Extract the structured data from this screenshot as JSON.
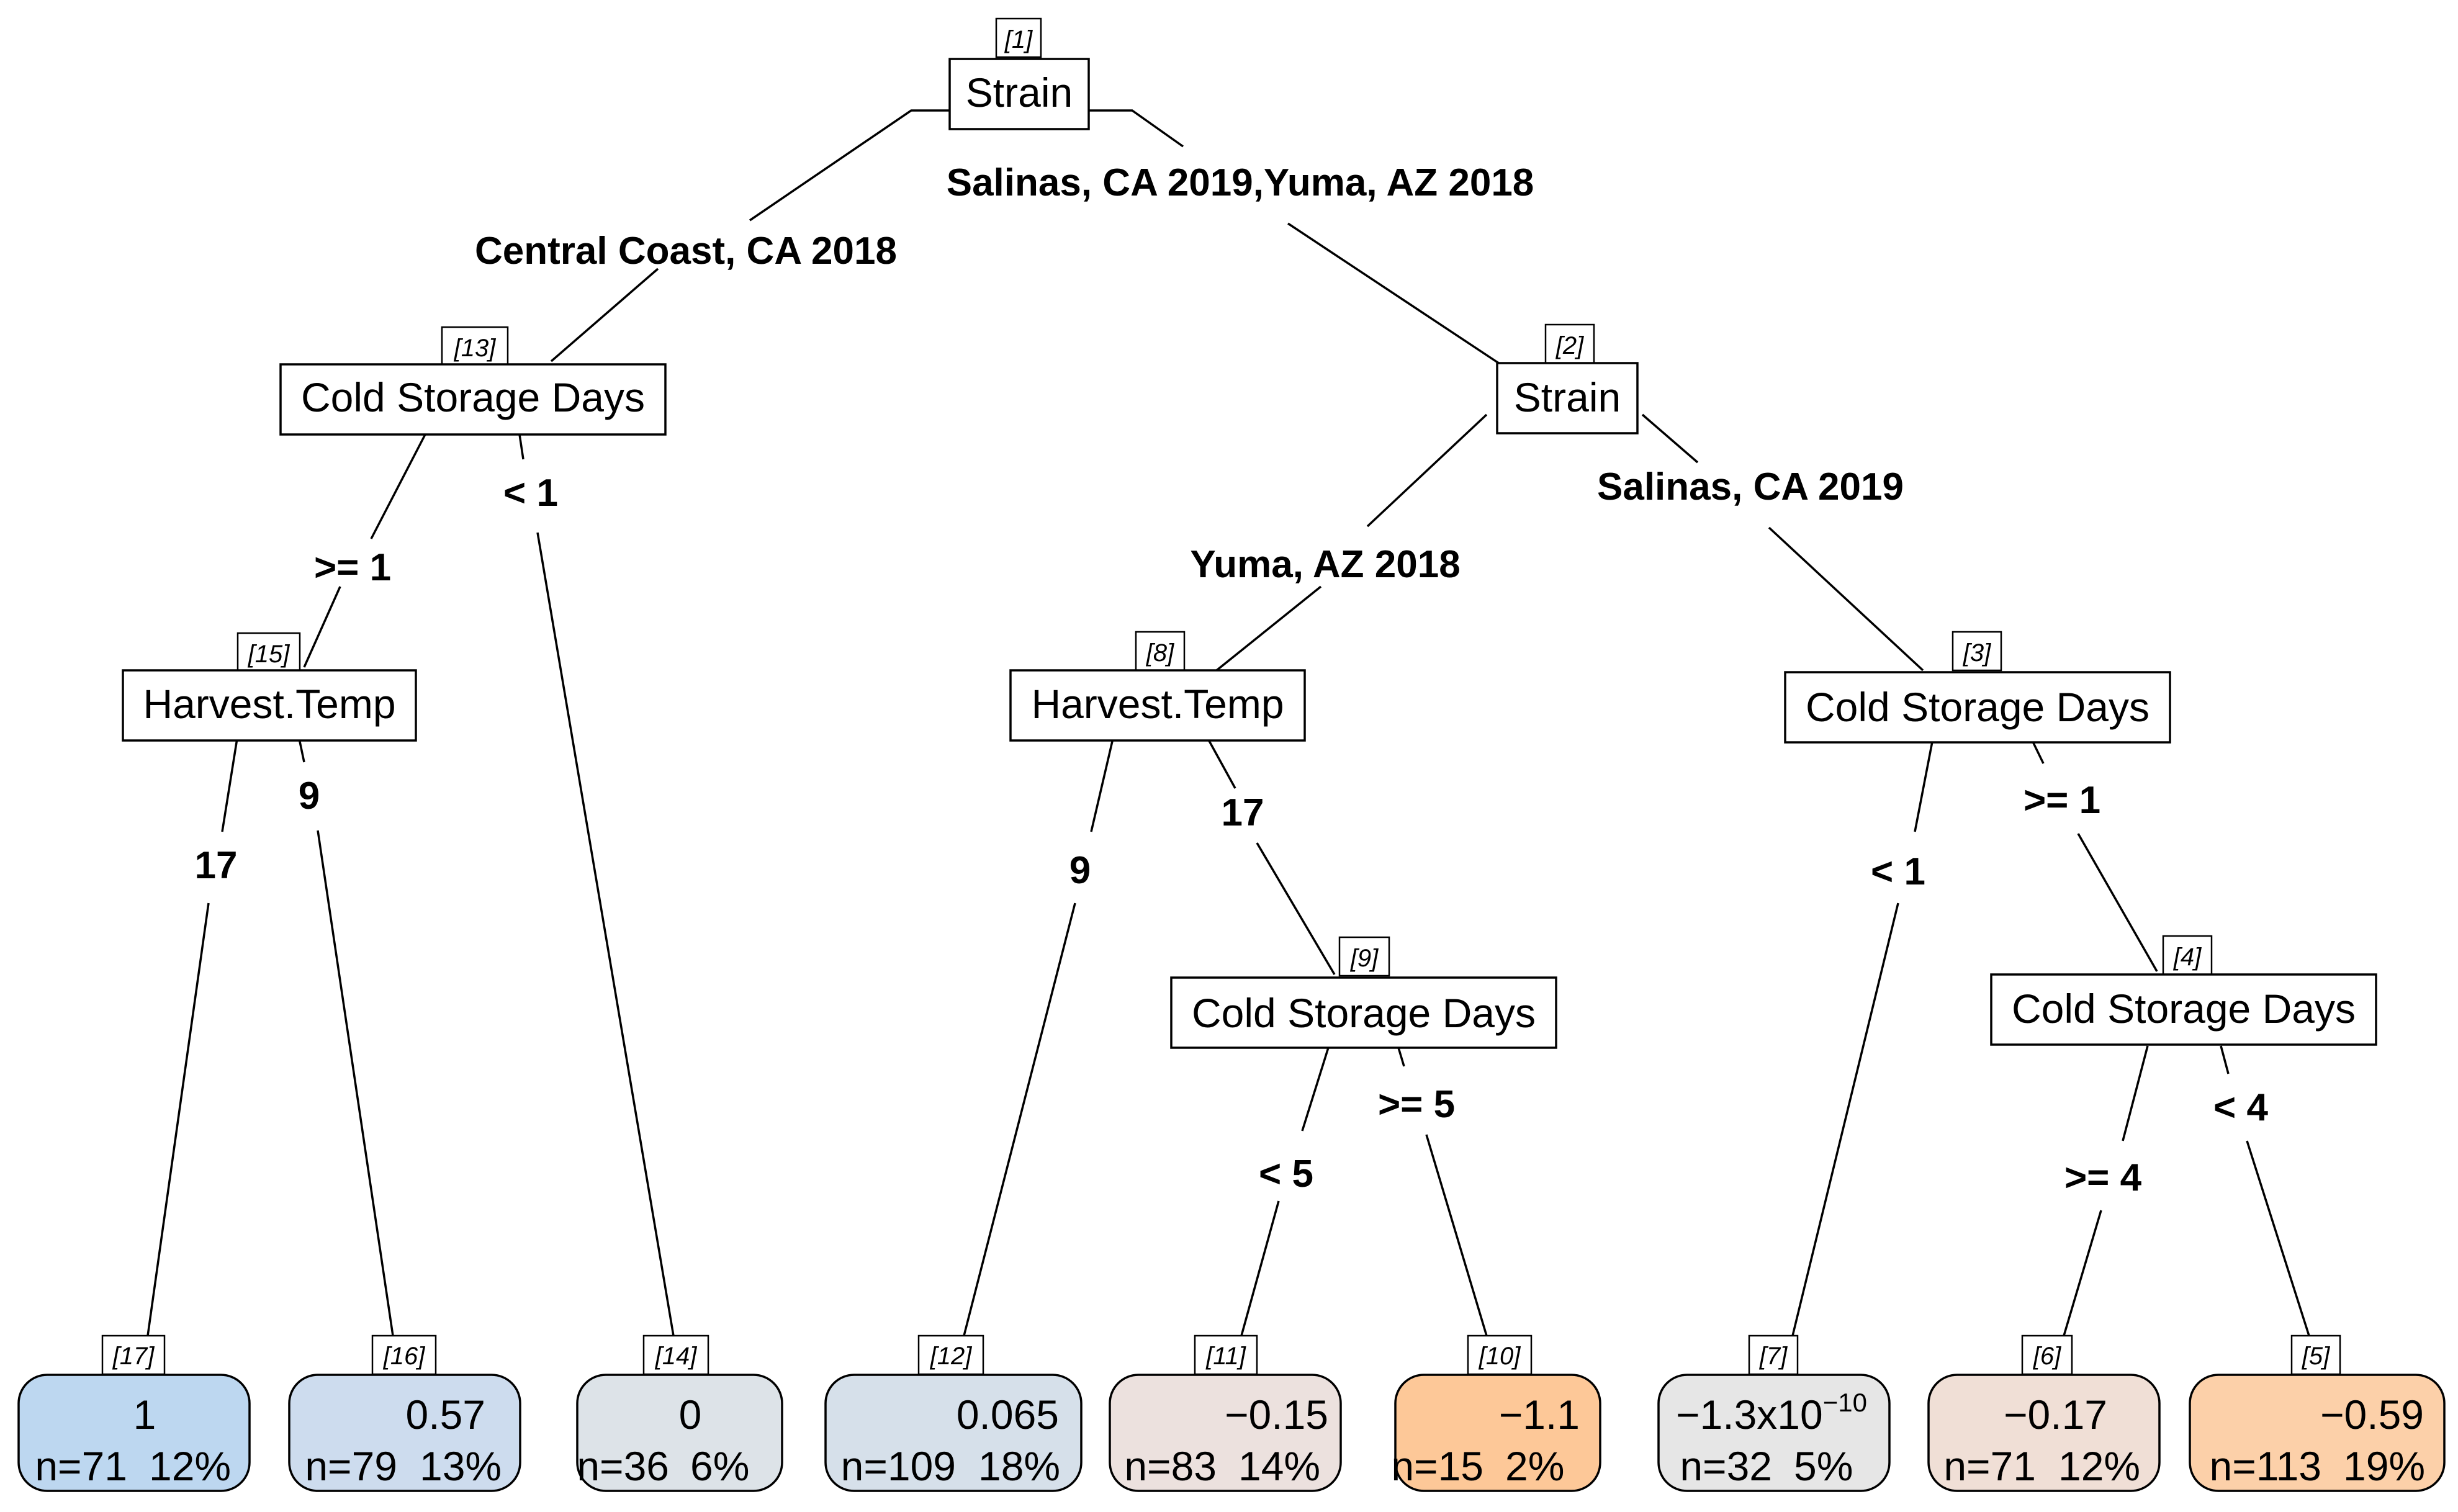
{
  "nodes": {
    "n1": {
      "id": "[1]",
      "label": "Strain"
    },
    "n2": {
      "id": "[2]",
      "label": "Strain"
    },
    "n3": {
      "id": "[3]",
      "label": "Cold Storage Days"
    },
    "n4": {
      "id": "[4]",
      "label": "Cold Storage Days"
    },
    "n8": {
      "id": "[8]",
      "label": "Harvest.Temp"
    },
    "n9": {
      "id": "[9]",
      "label": "Cold Storage Days"
    },
    "n13": {
      "id": "[13]",
      "label": "Cold Storage Days"
    },
    "n15": {
      "id": "[15]",
      "label": "Harvest.Temp"
    }
  },
  "edges": {
    "e1_13": "Central Coast, CA 2018",
    "e1_2": "Salinas, CA 2019,Yuma, AZ 2018",
    "e13_15": ">= 1",
    "e13_14": "< 1",
    "e15_17": "17",
    "e15_16": "9",
    "e2_8": "Yuma, AZ 2018",
    "e2_3": "Salinas, CA 2019",
    "e8_12": "9",
    "e8_9": "17",
    "e9_11": "< 5",
    "e9_10": ">= 5",
    "e3_7": "< 1",
    "e3_4": ">= 1",
    "e4_6": ">= 4",
    "e4_5": "< 4"
  },
  "leaves": {
    "l17": {
      "id": "[17]",
      "value": "1",
      "n": "n=71",
      "pct": "12%",
      "color": "#bdd7f0"
    },
    "l16": {
      "id": "[16]",
      "value": "0.57",
      "n": "n=79",
      "pct": "13%",
      "color": "#cddcee"
    },
    "l14": {
      "id": "[14]",
      "value": "0",
      "n": "n=36",
      "pct": "6%",
      "color": "#dde3e8"
    },
    "l12": {
      "id": "[12]",
      "value": "0.065",
      "n": "n=109",
      "pct": "18%",
      "color": "#d6e0ea"
    },
    "l11": {
      "id": "[11]",
      "value": "−0.15",
      "n": "n=83",
      "pct": "14%",
      "color": "#ece1de"
    },
    "l10": {
      "id": "[10]",
      "value": "−1.1",
      "n": "n=15",
      "pct": "2%",
      "color": "#fdc898"
    },
    "l7": {
      "id": "[7]",
      "value_base": "−1.3x10",
      "value_exp": "−10",
      "n": "n=32",
      "pct": "5%",
      "color": "#e6e6e6"
    },
    "l6": {
      "id": "[6]",
      "value": "−0.17",
      "n": "n=71",
      "pct": "12%",
      "color": "#f0dfd6"
    },
    "l5": {
      "id": "[5]",
      "value": "−0.59",
      "n": "n=113",
      "pct": "19%",
      "color": "#fcd0a9"
    }
  }
}
